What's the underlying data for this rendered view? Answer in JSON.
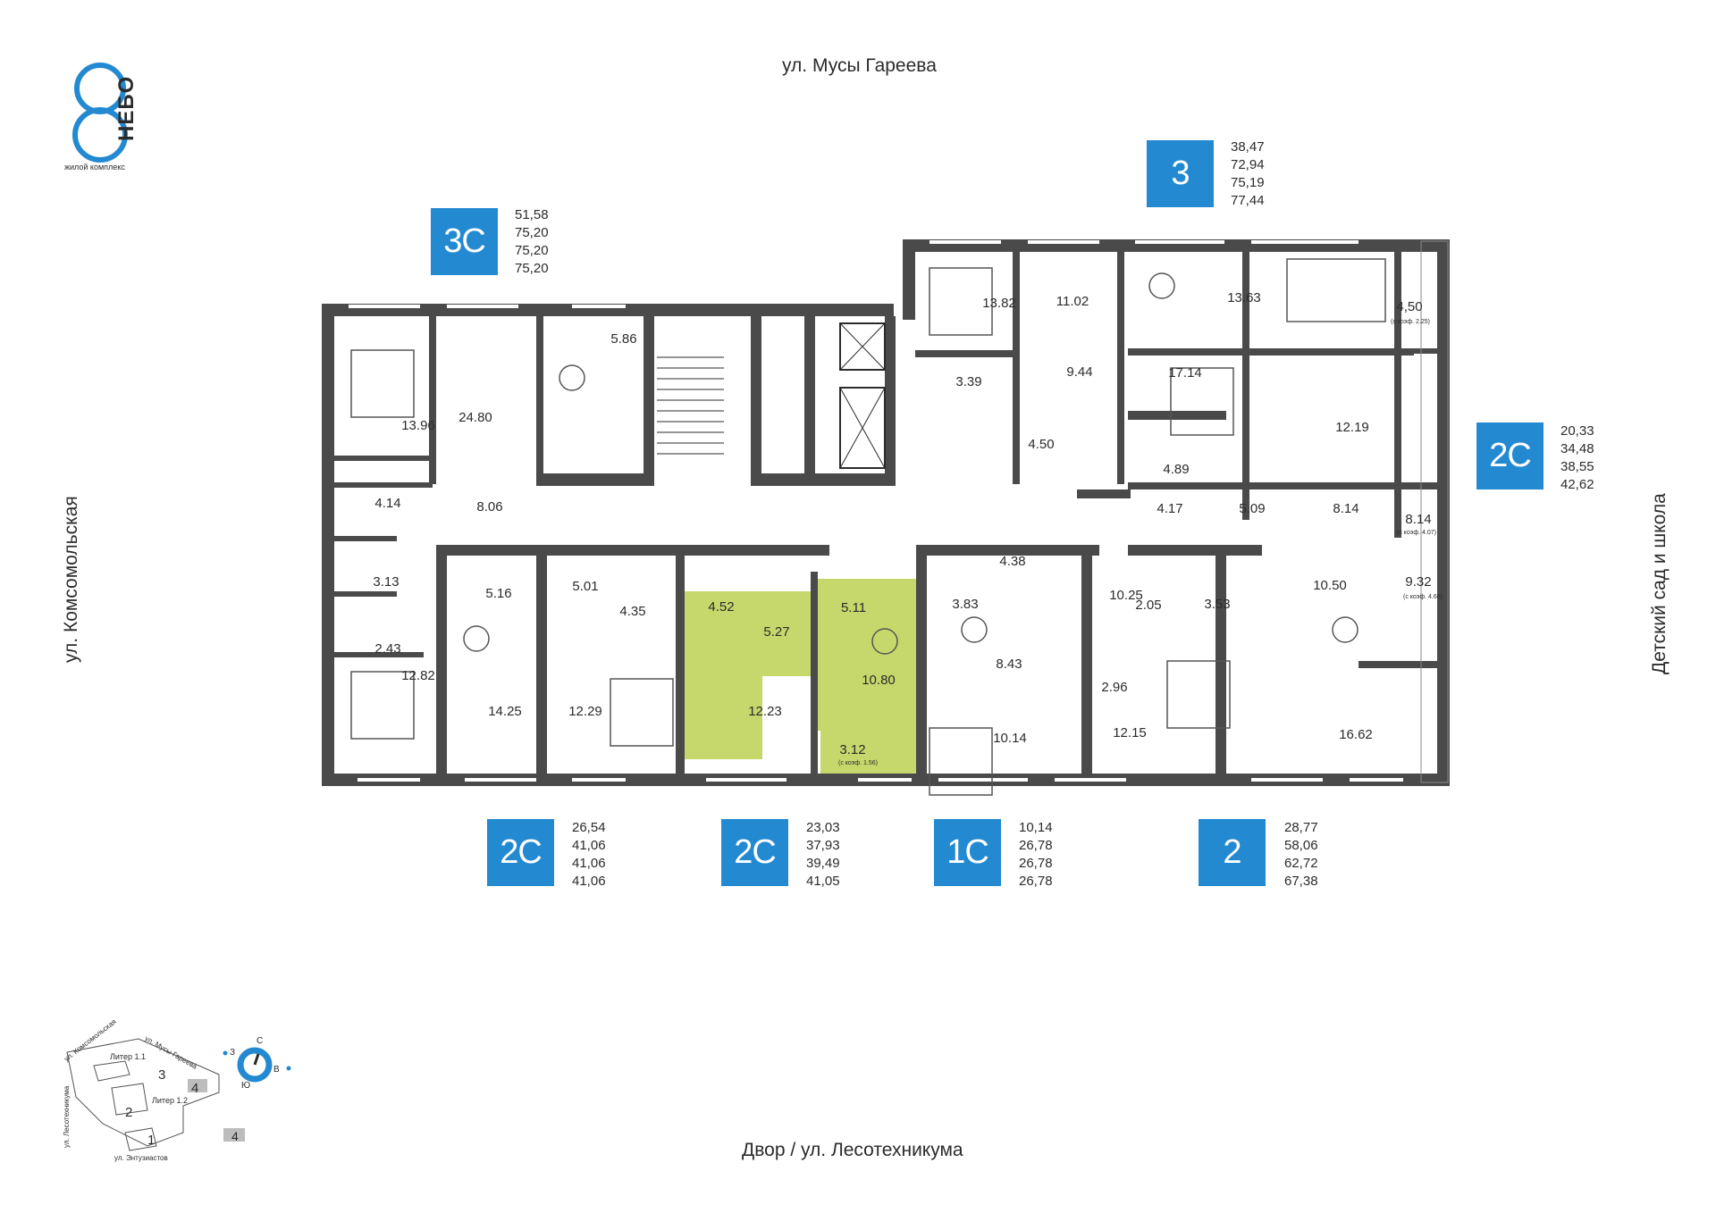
{
  "brand": {
    "logo_digit": "8",
    "logo_word": "НЕБО",
    "subtitle": "жилой комплекс",
    "accent_color": "#2389d1"
  },
  "streets": {
    "top": "ул. Мусы Гареева",
    "bottom": "Двор / ул. Лесотехникума",
    "left": "ул. Комсомольская",
    "right": "Детский сад и школа"
  },
  "apartments": [
    {
      "type": "3С",
      "areas": [
        "51,58",
        "75,20",
        "75,20",
        "75,20"
      ]
    },
    {
      "type": "3",
      "areas": [
        "38,47",
        "72,94",
        "75,19",
        "77,44"
      ]
    },
    {
      "type": "2С",
      "areas": [
        "20,33",
        "34,48",
        "38,55",
        "42,62"
      ]
    },
    {
      "type": "2С",
      "areas": [
        "26,54",
        "41,06",
        "41,06",
        "41,06"
      ]
    },
    {
      "type": "2С",
      "areas": [
        "23,03",
        "37,93",
        "39,49",
        "41,05"
      ]
    },
    {
      "type": "1С",
      "areas": [
        "10,14",
        "26,78",
        "26,78",
        "26,78"
      ]
    },
    {
      "type": "2",
      "areas": [
        "28,77",
        "58,06",
        "62,72",
        "67,38"
      ]
    }
  ],
  "highlight": {
    "color": "#c6d86b",
    "rooms": [
      "4.52",
      "12.23",
      "5.27",
      "5.11",
      "10.80",
      "3.12"
    ]
  },
  "rooms": [
    "13.96",
    "24.80",
    "5.86",
    "4.14",
    "8.06",
    "3.13",
    "2.43",
    "12.82",
    "5.16",
    "14.25",
    "5.01",
    "4.35",
    "12.29",
    "4.52",
    "5.27",
    "12.23",
    "5.11",
    "10.80",
    "3.12",
    "13.82",
    "11.02",
    "3.39",
    "4.50",
    "9.44",
    "17.14",
    "13.63",
    "4,50",
    "12.19",
    "4.89",
    "4.17",
    "5.09",
    "8.14",
    "8.14",
    "3.83",
    "4.38",
    "8.43",
    "10.14",
    "10.25",
    "2.05",
    "3.53",
    "2.96",
    "12.15",
    "10.50",
    "9.32",
    "16.62"
  ],
  "room_notes": {
    "balcony_1": "(с коэф. 2.25)",
    "balcony_2": "(с коэф. 4.07)",
    "balcony_3": "(с коэф. 4.66)",
    "balcony_4": "(с коэф. 1.56)"
  },
  "minimap": {
    "streets": [
      "ул. Комсомольская",
      "ул. Мусы Гареева",
      "ул. Лесотехникума",
      "ул. Энтузиастов"
    ],
    "buildings": [
      "Литер 1.1",
      "Литер 1.2"
    ],
    "sections": [
      "1",
      "2",
      "3",
      "4"
    ],
    "legend_section": "4",
    "compass": {
      "n": "С",
      "s": "Ю",
      "w": "З",
      "e": "В"
    }
  }
}
